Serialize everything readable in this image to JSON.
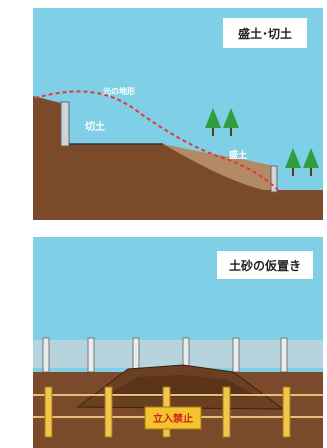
{
  "panels": [
    {
      "title": "盛土･切土",
      "labels": {
        "original_ground": "元の地形",
        "cut": "切土",
        "fill": "盛土"
      }
    },
    {
      "title": "土砂の仮置き",
      "labels": {
        "sign": "立入禁止"
      }
    }
  ],
  "colors": {
    "sky": "#7fd0e6",
    "earth": "#7a4a2a",
    "fill_earth": "#b38a66",
    "wall": "#cfd6da",
    "tree": "#2e9e3e",
    "sign_bg": "#f4c430",
    "sign_text": "#d0201a",
    "dashed_line": "#e23a3a"
  }
}
